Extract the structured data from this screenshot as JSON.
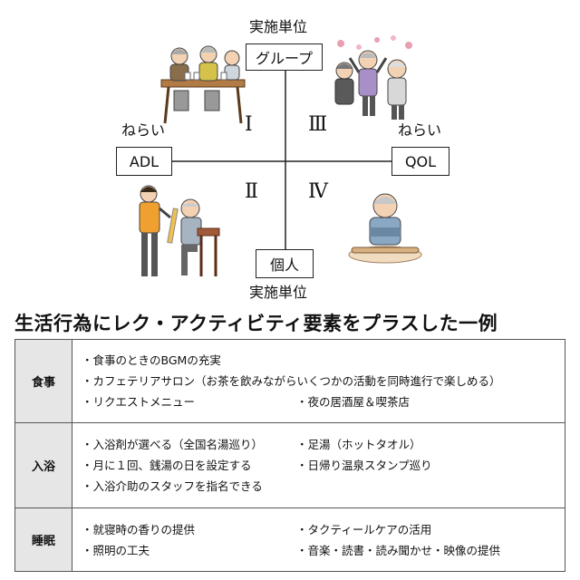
{
  "diagram": {
    "top_caption": "実施単位",
    "top_box": "グループ",
    "bottom_caption": "実施単位",
    "bottom_box": "個人",
    "left_caption": "ねらい",
    "left_box": "ADL",
    "right_caption": "ねらい",
    "right_box": "QOL",
    "quadrants": [
      "Ⅰ",
      "Ⅲ",
      "Ⅱ",
      "Ⅳ"
    ]
  },
  "title": "生活行為にレク・アクティビティ要素をプラスした一例",
  "table": [
    {
      "category": "食事",
      "items": [
        {
          "text": "・食事のときのBGMの充実",
          "span": "full"
        },
        {
          "text": "・カフェテリアサロン（お茶を飲みながらいくつかの活動を同時進行で楽しめる）",
          "span": "full"
        },
        {
          "text": "・リクエストメニュー",
          "span": "half"
        },
        {
          "text": "・夜の居酒屋＆喫茶店",
          "span": "half"
        }
      ]
    },
    {
      "category": "入浴",
      "items": [
        {
          "text": "・入浴剤が選べる（全国名湯巡り）",
          "span": "half"
        },
        {
          "text": "・足湯（ホットタオル）",
          "span": "half"
        },
        {
          "text": "・月に１回、銭湯の日を設定する",
          "span": "half"
        },
        {
          "text": "・日帰り温泉スタンプ巡り",
          "span": "half"
        },
        {
          "text": "・入浴介助のスタッフを指名できる",
          "span": "full"
        }
      ]
    },
    {
      "category": "睡眠",
      "items": [
        {
          "text": "・就寝時の香りの提供",
          "span": "half"
        },
        {
          "text": "・タクティールケアの活用",
          "span": "half"
        },
        {
          "text": "・照明の工夫",
          "span": "half"
        },
        {
          "text": "・音楽・読書・読み聞かせ・映像の提供",
          "span": "half"
        }
      ]
    }
  ]
}
